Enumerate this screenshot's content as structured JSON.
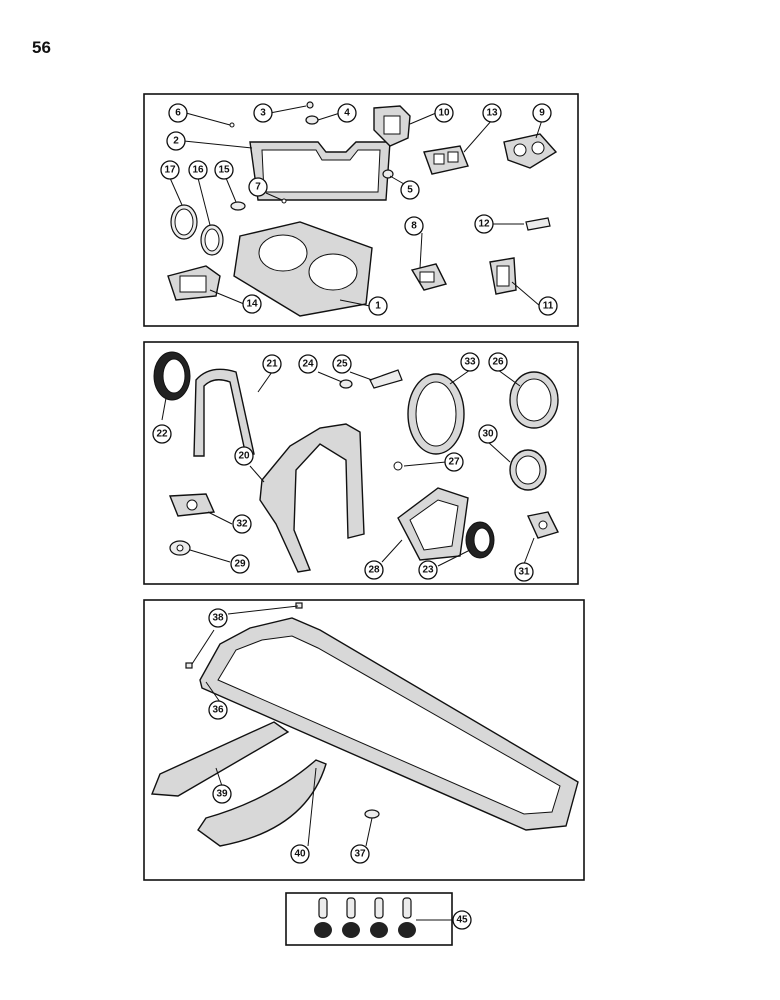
{
  "page_number": "56",
  "panels": {
    "top": {
      "callouts": [
        "6",
        "3",
        "4",
        "10",
        "13",
        "9",
        "2",
        "17",
        "16",
        "15",
        "7",
        "5",
        "8",
        "12",
        "14",
        "1",
        "11"
      ]
    },
    "middle": {
      "callouts": [
        "21",
        "24",
        "25",
        "33",
        "26",
        "22",
        "20",
        "27",
        "30",
        "32",
        "29",
        "28",
        "23",
        "31"
      ]
    },
    "bottom": {
      "callouts": [
        "38",
        "36",
        "39",
        "40",
        "37"
      ]
    },
    "kit": {
      "callouts": [
        "45"
      ]
    }
  }
}
